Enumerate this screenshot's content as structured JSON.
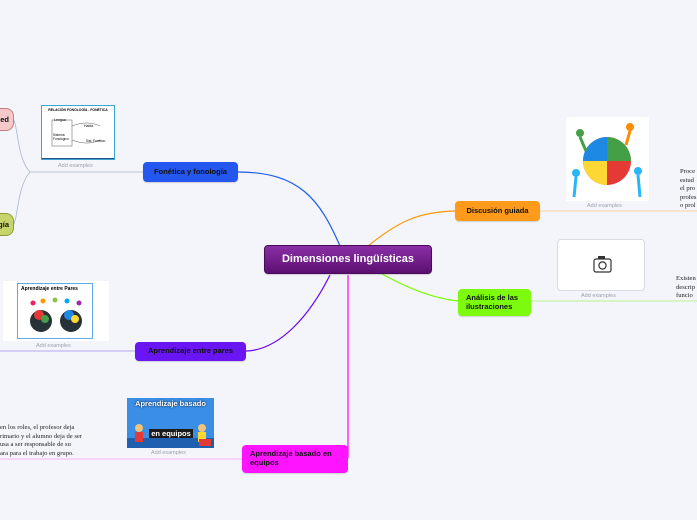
{
  "central": {
    "title": "Dimensiones lingüísticas",
    "color": "#6a1b86"
  },
  "branches": {
    "fonetica": {
      "label": "Fonética y fonología",
      "color": "#1a5de8"
    },
    "discusion": {
      "label": "Discusión guiada",
      "color": "#ff9800"
    },
    "analisis": {
      "label": "Análisis de las ilustraciones",
      "color": "#76ff03"
    },
    "pares": {
      "label": "Aprendizaje entre pares",
      "color": "#6a00f4"
    },
    "equipos": {
      "label": "Aprendizaje basado en equipos",
      "color": "#ff00ff"
    }
  },
  "partial_nodes": {
    "top_left": "ed",
    "middle_left": "gía"
  },
  "add_examples_label": "Add examples",
  "images": {
    "fonetica": {
      "title": "RELACIÓN FONOLOGÍA - FONÉTICA",
      "words": [
        "Lengua",
        "Sistema Fonológico",
        "Habla",
        "Sist. Fonético"
      ]
    },
    "pares": {
      "title": "Aprendizaje entre Pares"
    },
    "equipos": {
      "title_line1": "Aprendizaje basado",
      "title_line2": "en equipos"
    },
    "analisis": {
      "icon": "camera-icon"
    },
    "discusion": {
      "icon": "puzzle-people-icon"
    }
  },
  "notes": {
    "discusion": [
      "Proce",
      "estud",
      "el pro",
      "profes",
      "o prol"
    ],
    "analisis": [
      "Existen",
      "descrip",
      "funcio"
    ],
    "equipos": [
      "en los roles, el profesor deja",
      "rimario y el alumno deja de ser",
      "usa a ser responsable de su",
      "ara para el trabajo en grupo."
    ]
  }
}
